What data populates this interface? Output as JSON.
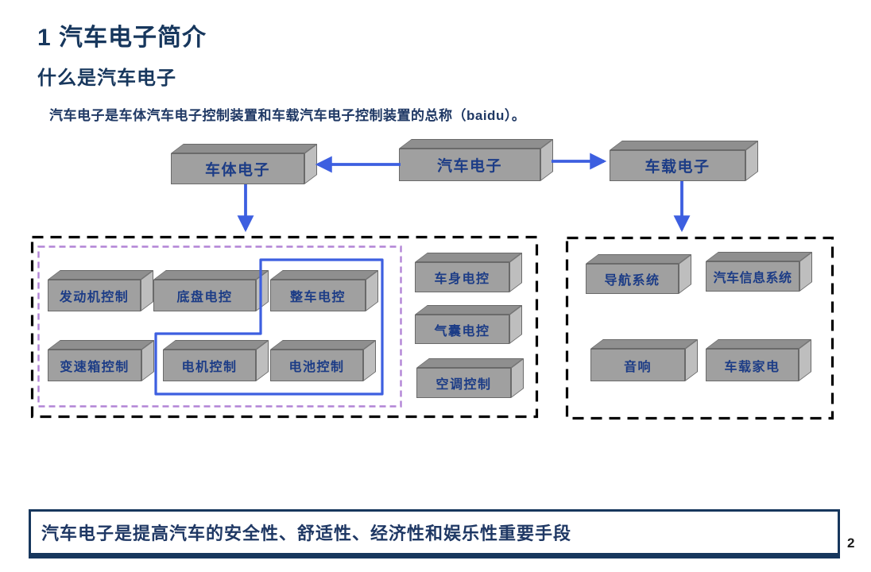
{
  "slide": {
    "title": "1 汽车电子简介",
    "subtitle": "什么是汽车电子",
    "intro": "汽车电子是车体汽车电子控制装置和车载汽车电子控制装置的总称（baidu）。",
    "footer": "汽车电子是提高汽车的安全性、舒适性、经济性和娱乐性重要手段",
    "page_number": "2"
  },
  "diagram": {
    "root": {
      "label": "汽车电子"
    },
    "left_branch": {
      "label": "车体电子"
    },
    "right_branch": {
      "label": "车载电子"
    },
    "body_group": {
      "engine_cluster": [
        {
          "label": "发动机控制"
        },
        {
          "label": "底盘电控"
        },
        {
          "label": "整车电控"
        },
        {
          "label": "变速箱控制"
        },
        {
          "label": "电机控制"
        },
        {
          "label": "电池控制"
        }
      ],
      "others": [
        {
          "label": "车身电控"
        },
        {
          "label": "气囊电控"
        },
        {
          "label": "空调控制"
        }
      ]
    },
    "vehicle_group": [
      {
        "label": "导航系统"
      },
      {
        "label": "汽车信息系统"
      },
      {
        "label": "音响"
      },
      {
        "label": "车载家电"
      }
    ]
  },
  "colors": {
    "navy": "#17375D",
    "heading": "#1F3864",
    "label_blue": "#1C3C86",
    "arrow_blue": "#3D5FE0",
    "purple": "#B284D6",
    "cube_front": "#A0A0A0",
    "cube_top": "#8F8F8F",
    "cube_side": "#BEBEBE",
    "cube_edge": "#6A6A6A"
  }
}
